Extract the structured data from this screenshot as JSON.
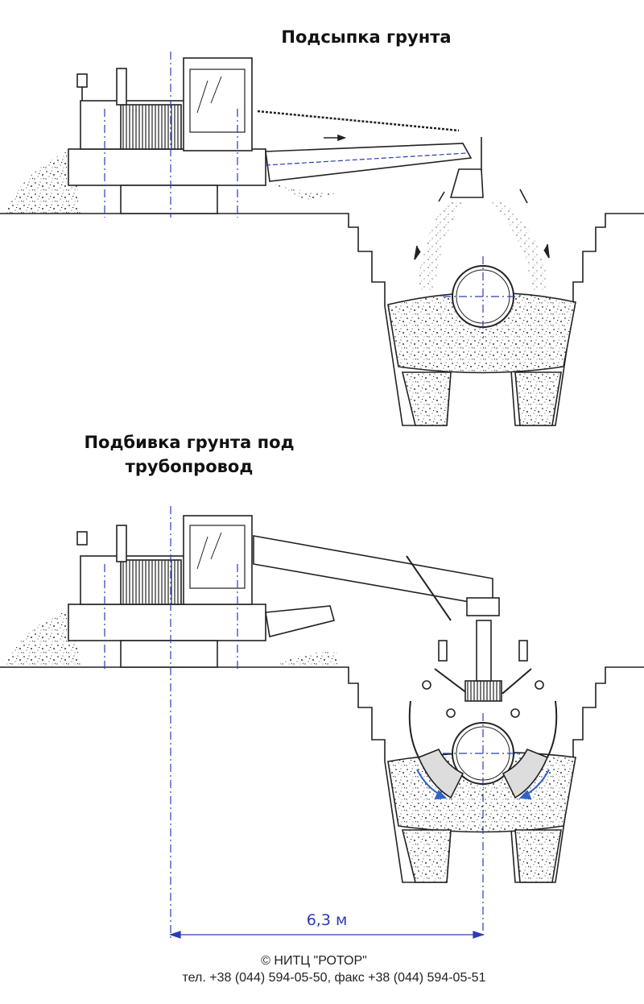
{
  "titles": {
    "fill": "Подсыпка грунта",
    "tamp_line1": "Подбивка грунта под",
    "tamp_line2": "трубопровод"
  },
  "dimension": {
    "label": "6,3 м"
  },
  "footer": {
    "copyright": "©  НИТЦ \"РОТОР\"",
    "contacts": "тел. +38 (044) 594-05-50, факс +38 (044) 594-05-51"
  },
  "colors": {
    "line": "#222222",
    "accent": "#2b3cb5",
    "arrow_blue": "#2f62c8"
  }
}
